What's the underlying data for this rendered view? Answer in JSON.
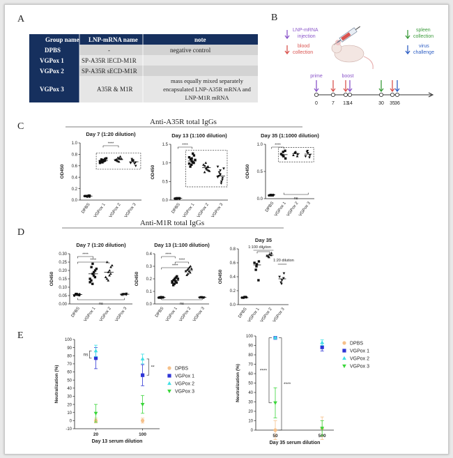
{
  "panels": {
    "A": "A",
    "B": "B",
    "C": "C",
    "D": "D",
    "E": "E"
  },
  "table": {
    "headers": [
      "Group name",
      "LNP-mRNA name",
      "note"
    ],
    "rows": [
      {
        "group": "DPBS",
        "name": "-",
        "note": "negative control"
      },
      {
        "group": "VGPox 1",
        "name": "SP-A35R lECD-M1R",
        "note": ""
      },
      {
        "group": "VGPox 2",
        "name": "SP-A35R sECD-M1R",
        "note": ""
      },
      {
        "group": "VGPox 3",
        "name": "A35R & M1R",
        "note_lines": [
          "mass equally mixed separately",
          "encapsulated LNP-A35R mRNA and",
          "LNP-M1R mRNA"
        ]
      }
    ],
    "colors": {
      "header_bg": "#16305e",
      "row_bg": "#d3d3d3",
      "row_alt_bg": "#e6e6e6"
    }
  },
  "timeline": {
    "legend": {
      "injection": [
        "LNP-mRNA",
        "injection"
      ],
      "blood": [
        "blood",
        "collection"
      ],
      "spleen": [
        "spleen",
        "collection"
      ],
      "virus": [
        "virus",
        "challenge"
      ]
    },
    "prime_label": "prime",
    "boost_label": "boost",
    "days": [
      "0",
      "7",
      "13",
      "14",
      "30",
      "35",
      "36"
    ],
    "colors": {
      "injection": "#8a55c9",
      "blood": "#d9534f",
      "spleen": "#3a9a3a",
      "virus": "#2f5fc4"
    }
  },
  "sections": {
    "C_title": "Anti-A35R total IgGs",
    "D_title": "Anti-M1R total IgGs"
  },
  "chart_data": [
    {
      "id": "C1",
      "type": "scatter",
      "title": "Day 7 (1:20 dilution)",
      "ylabel": "OD450",
      "ylim": [
        0,
        1.0
      ],
      "yticks": [
        "0.0",
        "0.2",
        "0.4",
        "0.6",
        "0.8",
        "1.0"
      ],
      "categories": [
        "DPBS",
        "VGPox 1",
        "VGPox 2",
        "VGPox 3"
      ],
      "series": [
        {
          "values": [
            [
              0.07,
              0.06,
              0.07,
              0.08,
              0.06,
              0.07,
              0.07,
              0.08
            ],
            [
              0.68,
              0.7,
              0.66,
              0.72,
              0.69,
              0.71,
              0.67,
              0.7,
              0.68,
              0.73,
              0.65,
              0.7
            ],
            [
              0.7,
              0.74,
              0.68,
              0.72,
              0.76,
              0.69,
              0.71,
              0.73,
              0.67,
              0.72
            ],
            [
              0.65,
              0.68,
              0.7,
              0.6,
              0.66,
              0.69,
              0.72,
              0.64
            ]
          ]
        }
      ],
      "means": [
        0.07,
        0.69,
        0.71,
        0.67
      ],
      "sig": [
        "****"
      ]
    },
    {
      "id": "C2",
      "type": "scatter",
      "title": "Day 13 (1:100 dilution)",
      "ylabel": "OD450",
      "ylim": [
        0,
        1.5
      ],
      "yticks": [
        "0.0",
        "0.5",
        "1.0",
        "1.5"
      ],
      "categories": [
        "DPBS",
        "VGPox 1",
        "VGPox 2",
        "VGPox 3"
      ],
      "series": [
        {
          "values": [
            [
              0.04,
              0.05,
              0.04,
              0.05,
              0.04,
              0.05,
              0.04,
              0.05
            ],
            [
              1.15,
              1.05,
              0.95,
              1.2,
              1.0,
              1.1,
              0.9,
              1.25,
              1.02,
              1.08,
              0.98,
              1.12
            ],
            [
              0.95,
              0.85,
              1.0,
              0.8,
              0.9,
              0.92,
              0.75,
              0.88,
              0.82,
              0.78
            ],
            [
              0.9,
              0.8,
              0.7,
              0.6,
              0.55,
              0.75,
              0.65,
              0.5,
              0.45,
              0.85,
              0.62,
              0.68
            ]
          ]
        }
      ],
      "means": [
        0.05,
        1.05,
        0.87,
        0.65
      ],
      "sig": [
        "****"
      ]
    },
    {
      "id": "C3",
      "type": "scatter",
      "title": "Day 35 (1:1000 dilution)",
      "ylabel": "OD450",
      "ylim": [
        0,
        1.0
      ],
      "yticks": [
        "0.0",
        "0.5",
        "1.0"
      ],
      "categories": [
        "DPBS",
        "VGPox 1",
        "VGPox 2",
        "VGPox 3"
      ],
      "series": [
        {
          "values": [
            [
              0.06,
              0.07,
              0.06,
              0.07,
              0.06,
              0.07
            ],
            [
              0.82,
              0.78,
              0.86,
              0.74,
              0.88,
              0.8
            ],
            [
              0.8,
              0.86,
              0.84,
              0.82,
              0.78,
              0.85
            ],
            [
              0.78,
              0.84,
              0.88,
              0.8,
              0.76,
              0.86
            ]
          ]
        }
      ],
      "means": [
        0.07,
        0.81,
        0.83,
        0.82
      ],
      "sig": [
        "****",
        "ns"
      ]
    },
    {
      "id": "D1",
      "type": "scatter",
      "title": "Day 7 (1:20 dilution)",
      "ylabel": "OD450",
      "ylim": [
        0,
        0.3
      ],
      "yticks": [
        "0.00",
        "0.05",
        "0.10",
        "0.15",
        "0.20",
        "0.25",
        "0.30"
      ],
      "categories": [
        "DPBS",
        "VGPox 1",
        "VGPox 2",
        "VGPox 3"
      ],
      "series": [
        {
          "values": [
            [
              0.05,
              0.06,
              0.055,
              0.058,
              0.052,
              0.06,
              0.057,
              0.054
            ],
            [
              0.15,
              0.18,
              0.12,
              0.2,
              0.16,
              0.22,
              0.14,
              0.19,
              0.17,
              0.21,
              0.13,
              0.24
            ],
            [
              0.16,
              0.19,
              0.14,
              0.22,
              0.18,
              0.25,
              0.15,
              0.2,
              0.17,
              0.23
            ],
            [
              0.055,
              0.058,
              0.06,
              0.056,
              0.062,
              0.054,
              0.059,
              0.057
            ]
          ]
        }
      ],
      "means": [
        0.056,
        0.18,
        0.19,
        0.058
      ],
      "sig": [
        "****",
        "****",
        "ns"
      ]
    },
    {
      "id": "D2",
      "type": "scatter",
      "title": "Day 13 (1:100 dilution)",
      "ylabel": "OD450",
      "ylim": [
        0,
        0.4
      ],
      "yticks": [
        "0.0",
        "0.1",
        "0.2",
        "0.3",
        "0.4"
      ],
      "categories": [
        "DPBS",
        "VGPox 1",
        "VGPox 2",
        "VGPox 3"
      ],
      "series": [
        {
          "values": [
            [
              0.05,
              0.055,
              0.05,
              0.052,
              0.054,
              0.05,
              0.053,
              0.051
            ],
            [
              0.18,
              0.2,
              0.16,
              0.22,
              0.17,
              0.19,
              0.15,
              0.21,
              0.18,
              0.2,
              0.17,
              0.19
            ],
            [
              0.26,
              0.28,
              0.24,
              0.3,
              0.25,
              0.27,
              0.23,
              0.29,
              0.26,
              0.28
            ],
            [
              0.05,
              0.052,
              0.055,
              0.05,
              0.053,
              0.051,
              0.054,
              0.05
            ]
          ]
        }
      ],
      "means": [
        0.052,
        0.185,
        0.266,
        0.052
      ],
      "sig": [
        "****",
        "****",
        "****",
        "ns"
      ]
    },
    {
      "id": "D3",
      "type": "scatter",
      "title": "Day 35",
      "ylabel": "OD450",
      "ylim": [
        0,
        0.8
      ],
      "yticks": [
        "0.0",
        "0.2",
        "0.4",
        "0.6",
        "0.8"
      ],
      "categories": [
        "DPBS",
        "VGPox 1",
        "VGPox 2",
        "VGPox 3"
      ],
      "series": [
        {
          "values": [
            [
              0.1,
              0.11,
              0.1,
              0.105,
              0.11,
              0.1
            ],
            [
              0.6,
              0.58,
              0.55,
              0.62,
              0.35,
              0.5
            ],
            [
              0.7,
              0.72,
              0.68,
              0.74,
              0.71,
              0.69
            ],
            [
              0.4,
              0.35,
              0.3,
              0.45,
              0.38,
              0.32
            ]
          ]
        }
      ],
      "means": [
        0.1,
        0.57,
        0.71,
        0.37
      ],
      "annotations": [
        "1:100 dilution",
        "1:20 dilution"
      ],
      "sig": [
        "*"
      ]
    },
    {
      "id": "E1",
      "type": "scatter",
      "xlabel": "Day 13 serum dilution",
      "ylabel": "Neutralization (%)",
      "ylim": [
        -10,
        100
      ],
      "yticks": [
        "-10",
        "0",
        "10",
        "20",
        "30",
        "40",
        "50",
        "60",
        "70",
        "80",
        "90",
        "100"
      ],
      "categories": [
        "20",
        "100"
      ],
      "series": [
        {
          "name": "DPBS",
          "values": [
            0,
            0
          ],
          "err": [
            3,
            3
          ],
          "color": "#f5c08a",
          "marker": "circle"
        },
        {
          "name": "VGPox 1",
          "values": [
            77,
            56
          ],
          "err": [
            13,
            13
          ],
          "color": "#2f35d6",
          "marker": "square"
        },
        {
          "name": "VGPox 2",
          "values": [
            86,
            76
          ],
          "err": [
            7,
            6
          ],
          "color": "#40e0e6",
          "marker": "triangle-up"
        },
        {
          "name": "VGPox 3",
          "values": [
            9,
            20
          ],
          "err": [
            11,
            11
          ],
          "color": "#3ad63a",
          "marker": "triangle-down"
        }
      ],
      "sig": [
        "ns",
        "**"
      ]
    },
    {
      "id": "E2",
      "type": "scatter",
      "xlabel": "Day 35 serum dilution",
      "ylabel": "Neutralization (%)",
      "ylim": [
        0,
        100
      ],
      "yticks": [
        "0",
        "10",
        "20",
        "30",
        "40",
        "50",
        "60",
        "70",
        "80",
        "90",
        "100"
      ],
      "categories": [
        "50",
        "500"
      ],
      "series": [
        {
          "name": "DPBS",
          "values": [
            0,
            2
          ],
          "err": [
            10,
            12
          ],
          "color": "#f5c08a",
          "marker": "circle"
        },
        {
          "name": "VGPox 1",
          "values": [
            98,
            88
          ],
          "err": [
            1,
            4
          ],
          "color": "#2f35d6",
          "marker": "square"
        },
        {
          "name": "VGPox 2",
          "values": [
            98,
            93
          ],
          "err": [
            1,
            3
          ],
          "color": "#40e0e6",
          "marker": "triangle-up"
        },
        {
          "name": "VGPox 3",
          "values": [
            29,
            2
          ],
          "err": [
            16,
            8
          ],
          "color": "#3ad63a",
          "marker": "triangle-down"
        }
      ],
      "sig": [
        "****",
        "****"
      ]
    }
  ]
}
